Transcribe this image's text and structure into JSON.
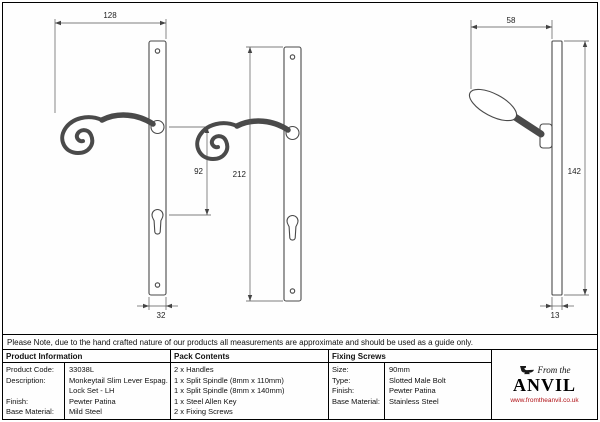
{
  "note": "Please Note, due to the hand crafted nature of our products all measurements are approximate and should be used as a guide only.",
  "drawings": {
    "front": {
      "width": "128",
      "centres": "92",
      "plate_width": "32"
    },
    "middle": {
      "plate_height": "212"
    },
    "side": {
      "projection": "58",
      "height": "142",
      "plate_thickness": "13"
    }
  },
  "table": {
    "product_info": {
      "header": "Product Information",
      "labels": [
        "Product Code:",
        "Description:",
        "",
        "Finish:",
        "Base Material:"
      ],
      "values": [
        "33038L",
        "Monkeytail Slim Lever Espag.",
        "Lock Set - LH",
        "Pewter Patina",
        "Mild Steel"
      ]
    },
    "pack_contents": {
      "header": "Pack Contents",
      "items": [
        "2 x Handles",
        "1 x Split Spindle (8mm x 110mm)",
        "1 x Split Spindle (8mm x 140mm)",
        "1 x Steel Allen Key",
        "2 x Fixing Screws"
      ]
    },
    "fixing_screws": {
      "header": "Fixing Screws",
      "labels": [
        "Size:",
        "Type:",
        "Finish:",
        "Base Material:"
      ],
      "values": [
        "90mm",
        "Slotted Male Bolt",
        "Pewter Patina",
        "Stainless Steel"
      ]
    }
  },
  "brand": {
    "pretext": "From the",
    "name": "ANVIL",
    "url": "www.fromtheanvil.co.uk",
    "accent_color": "#b01116"
  },
  "colors": {
    "line": "#4a4a4a",
    "frame": "#000000"
  }
}
